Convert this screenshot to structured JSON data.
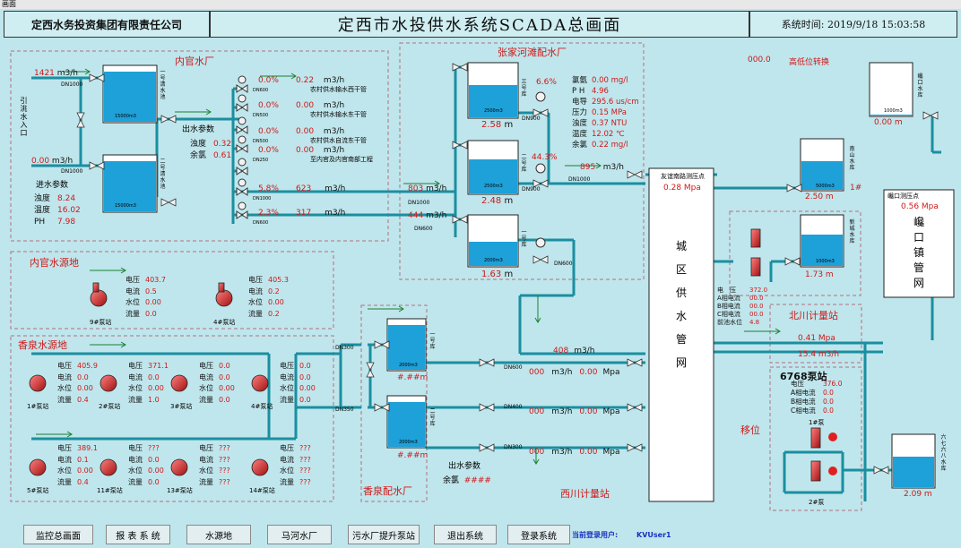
{
  "window": {
    "menu": "画面"
  },
  "header": {
    "company": "定西水务投资集团有限责任公司",
    "title": "定西市水投供水系统SCADA总画面",
    "time_label": "系统时间:",
    "time_value": "2019/9/18  15:03:58"
  },
  "sections": {
    "neiguan_plant": "内官水厂",
    "zhangjiahe_plant": "张家河滩配水厂",
    "neiguan_source": "内官水源地",
    "xiangquan_source": "香泉水源地",
    "xiangquan_plant": "香泉配水厂",
    "xichuan_meter": "西川计量站",
    "beichuan_meter": "北川计量站",
    "station_6768": "6768泵站",
    "shift": "移位"
  },
  "neiguan": {
    "inflow1": "1421",
    "inflow1_unit": "m3/h",
    "inflow2": "0.00",
    "inflow2_unit": "m3/h",
    "dn1000_a": "DN1000",
    "dn1000_b": "DN1000",
    "intake_label": "引洮水入口",
    "tank1_label": "一号清水池",
    "tank2_label": "二号清水池",
    "tank_cap": "15000m3",
    "in_params_title": "进水参数",
    "in_params": [
      {
        "k": "浊度",
        "v": "8.24"
      },
      {
        "k": "温度",
        "v": "16.02"
      },
      {
        "k": "PH",
        "v": "7.98"
      }
    ],
    "out_params_title": "出水参数",
    "out_params": [
      {
        "k": "浊度",
        "v": "0.32"
      },
      {
        "k": "余氯",
        "v": "0.61"
      }
    ],
    "lines": [
      {
        "pct": "0.0%",
        "flow": "0.22",
        "unit": "m3/h",
        "name": "农村供水输水西干管",
        "dn": "DN600"
      },
      {
        "pct": "0.0%",
        "flow": "0.00",
        "unit": "m3/h",
        "name": "农村供水输水东干管",
        "dn": "DN500"
      },
      {
        "pct": "0.0%",
        "flow": "0.00",
        "unit": "m3/h",
        "name": "农村供水自流东干管",
        "dn": "DN500"
      },
      {
        "pct": "0.0%",
        "flow": "0.00",
        "unit": "m3/h",
        "name": "至内官及内官南部工程",
        "dn": "DN250"
      },
      {
        "pct": "5.8%",
        "flow": "623",
        "unit": "m3/h",
        "name": "",
        "dn": "DN1000"
      },
      {
        "pct": "2.3%",
        "flow": "317",
        "unit": "m3/h",
        "name": "",
        "dn": "DN600"
      }
    ],
    "main_flow1": "803",
    "main_flow2": "444",
    "m3h": "m3/h",
    "dn1000_pipe": "DN1000",
    "dn600_pipe": "DN600"
  },
  "zhangjiahe": {
    "tank3_label": "三号库",
    "tank3_level": "2.58",
    "tank2_label": "二号库",
    "tank2_level": "2.48",
    "tank1_label": "一号库",
    "tank1_level": "1.63",
    "m": "m",
    "tank_cap": "2500m3",
    "tank1_cap": "2000m3",
    "valve1_pct": "6.6%",
    "valve2_pct": "44.3%",
    "dn900_a": "DN900",
    "dn900_b": "DN900",
    "dn1000": "DN1000",
    "dn600": "DN600",
    "out_flow": "895",
    "out_unit": "m3/h",
    "params": [
      {
        "k": "氯氨",
        "v": "0.00 mg/l"
      },
      {
        "k": "P H",
        "v": "4.96"
      },
      {
        "k": "电导",
        "v": "295.6 us/cm"
      },
      {
        "k": "压力",
        "v": "0.15 MPa"
      },
      {
        "k": "浊度",
        "v": "0.37 NTU"
      },
      {
        "k": "温度",
        "v": "12.02 ℃"
      },
      {
        "k": "余氯",
        "v": "0.22 mg/l"
      }
    ]
  },
  "top_right": {
    "switch_value": "000.0",
    "switch_label": "高低位转换"
  },
  "city": {
    "pressure_label": "友谊南路测压点",
    "pressure_value": "0.28 Mpa",
    "network_label": "城区供水管网"
  },
  "reservoirs": {
    "kuikou_label": "巉口水库",
    "kuikou_cap": "1000m3",
    "kuikou_level": "0.00 m",
    "nanshan_label": "南山水库",
    "nanshan_cap": "5000m3",
    "nanshan_level": "2.50 m",
    "nanshan_no": "1#",
    "xincheng_label": "新城水库",
    "xincheng_cap": "1000m3",
    "xincheng_level": "1.73 m",
    "lqba_label": "六七六八水库",
    "lqba_level": "2.09 m"
  },
  "kuikou_point": {
    "label": "巉口测压点",
    "value": "0.56 Mpa",
    "network": "巉口镇管网"
  },
  "xincheng_station": {
    "params": [
      {
        "k": "电　压",
        "v": "372.0"
      },
      {
        "k": "A相电流",
        "v": "00.0"
      },
      {
        "k": "B相电流",
        "v": "00.0"
      },
      {
        "k": "C相电流",
        "v": "00.0"
      },
      {
        "k": "前池水位",
        "v": "4.8"
      }
    ]
  },
  "beichuan": {
    "pressure": "0.41 Mpa",
    "flow": "15.4  m3/h"
  },
  "station6768": {
    "params": [
      {
        "k": "电压",
        "v": "376.0"
      },
      {
        "k": "A相电流",
        "v": "0.0"
      },
      {
        "k": "B相电流",
        "v": "0.0"
      },
      {
        "k": "C相电流",
        "v": "0.0"
      }
    ],
    "pump1": "1#泵",
    "pump2": "2#泵"
  },
  "neiguan_source": {
    "pumps": [
      {
        "name": "9#泵站",
        "params": [
          {
            "k": "电压",
            "v": "403.7"
          },
          {
            "k": "电流",
            "v": "0.5"
          },
          {
            "k": "水位",
            "v": "0.00"
          },
          {
            "k": "流量",
            "v": "0.0"
          }
        ]
      },
      {
        "name": "4#泵站",
        "params": [
          {
            "k": "电压",
            "v": "405.3"
          },
          {
            "k": "电流",
            "v": "0.2"
          },
          {
            "k": "水位",
            "v": "0.00"
          },
          {
            "k": "流量",
            "v": "0.2"
          }
        ]
      }
    ]
  },
  "xiangquan_source": {
    "pumps_row1": [
      {
        "name": "1#泵站",
        "params": [
          {
            "k": "电压",
            "v": "405.9"
          },
          {
            "k": "电流",
            "v": "0.0"
          },
          {
            "k": "水位",
            "v": "0.00"
          },
          {
            "k": "流量",
            "v": "0.4"
          }
        ]
      },
      {
        "name": "2#泵站",
        "params": [
          {
            "k": "电压",
            "v": "371.1"
          },
          {
            "k": "电流",
            "v": "0.0"
          },
          {
            "k": "水位",
            "v": "0.00"
          },
          {
            "k": "流量",
            "v": "1.0"
          }
        ]
      },
      {
        "name": "3#泵站",
        "params": [
          {
            "k": "电压",
            "v": "0.0"
          },
          {
            "k": "电流",
            "v": "0.0"
          },
          {
            "k": "水位",
            "v": "0.00"
          },
          {
            "k": "流量",
            "v": "0.0"
          }
        ]
      },
      {
        "name": "4#泵站",
        "params": [
          {
            "k": "电压",
            "v": "0.0"
          },
          {
            "k": "电流",
            "v": "0.0"
          },
          {
            "k": "水位",
            "v": "0.00"
          },
          {
            "k": "流量",
            "v": "0.0"
          }
        ]
      }
    ],
    "pumps_row2": [
      {
        "name": "5#泵站",
        "params": [
          {
            "k": "电压",
            "v": "389.1"
          },
          {
            "k": "电流",
            "v": "0.1"
          },
          {
            "k": "水位",
            "v": "0.00"
          },
          {
            "k": "流量",
            "v": "0.4"
          }
        ]
      },
      {
        "name": "11#泵站",
        "params": [
          {
            "k": "电压",
            "v": "???"
          },
          {
            "k": "电流",
            "v": "0.0"
          },
          {
            "k": "水位",
            "v": "0.00"
          },
          {
            "k": "流量",
            "v": "0.0"
          }
        ]
      },
      {
        "name": "13#泵站",
        "params": [
          {
            "k": "电压",
            "v": "???"
          },
          {
            "k": "电流",
            "v": "???"
          },
          {
            "k": "水位",
            "v": "???"
          },
          {
            "k": "流量",
            "v": "???"
          }
        ]
      },
      {
        "name": "14#泵站",
        "params": [
          {
            "k": "电压",
            "v": "???"
          },
          {
            "k": "电流",
            "v": "???"
          },
          {
            "k": "水位",
            "v": "???"
          },
          {
            "k": "流量",
            "v": "???"
          }
        ]
      }
    ],
    "dn300": "DN300",
    "dn350": "DN350"
  },
  "xiangquan_plant": {
    "tank1_label": "一号库",
    "tank2_label": "二号库",
    "tank1_cap": "2000m3",
    "tank2_cap": "2000m3",
    "tank1_level": "#.##m",
    "tank2_level": "#.##m",
    "out_title": "出水参数",
    "chlorine_k": "余氯",
    "chlorine_v": "####"
  },
  "xichuan": {
    "rows": [
      {
        "flow": "408",
        "flow_unit": "m3/h",
        "f2": "000",
        "f2_unit": "m3/h",
        "p": "0.00",
        "p_unit": "Mpa",
        "dn": "DN600"
      },
      {
        "f2": "000",
        "f2_unit": "m3/h",
        "p": "0.00",
        "p_unit": "Mpa",
        "dn": "DN400"
      },
      {
        "f2": "000",
        "f2_unit": "m3/h",
        "p": "0.00",
        "p_unit": "Mpa",
        "dn": "DN300"
      }
    ]
  },
  "toolbar": {
    "buttons": [
      "监控总画面",
      "报 表 系 统",
      "水源地",
      "马河水厂",
      "污水厂提升泵站",
      "退出系统",
      "登录系统"
    ],
    "user_label": "当前登录用户:",
    "user_value": "KVUser1"
  },
  "colors": {
    "background": "#bfe6ec",
    "pipe": "#1a8fa0",
    "water": "#1ea0d8",
    "value": "#d01818",
    "frame": "#b07080"
  }
}
